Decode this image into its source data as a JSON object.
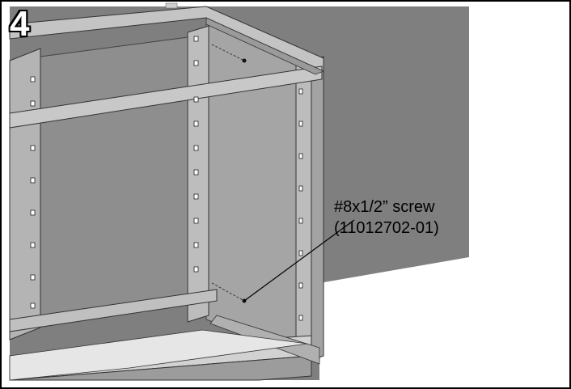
{
  "step": {
    "number": "4"
  },
  "callout": {
    "line1": "#8x1/2” screw",
    "line2": "(11012702-01)"
  },
  "colors": {
    "wall": "#7f7f7f",
    "panel": "#999999",
    "frame": "#b4b4b4",
    "outline": "#000000"
  }
}
